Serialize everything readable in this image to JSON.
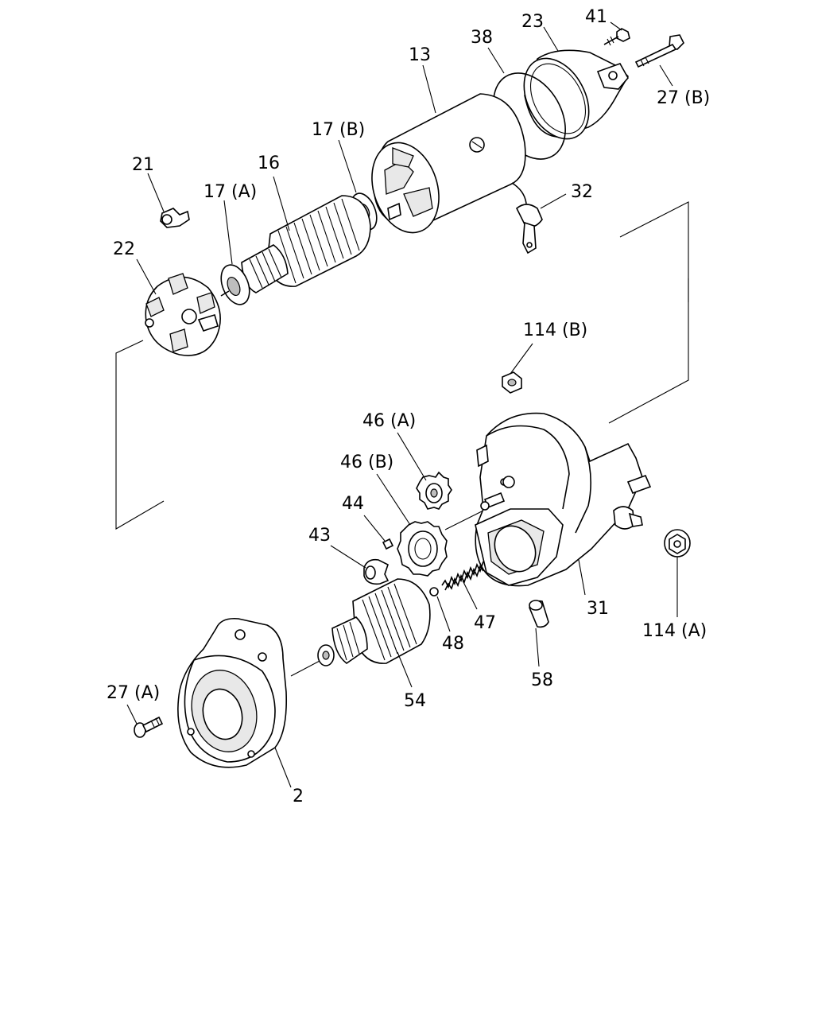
{
  "labels": {
    "p41": "41",
    "p23": "23",
    "p38": "38",
    "p13": "13",
    "p27b": "27 (B)",
    "p17b": "17 (B)",
    "p21": "21",
    "p16": "16",
    "p17a": "17 (A)",
    "p32": "32",
    "p22": "22",
    "p114b": "114 (B)",
    "p46a": "46 (A)",
    "p46b": "46 (B)",
    "p44": "44",
    "p43": "43",
    "p47": "47",
    "p48": "48",
    "p31": "31",
    "p114a": "114 (A)",
    "p58": "58",
    "p54": "54",
    "p27a": "27 (A)",
    "p2": "2"
  }
}
